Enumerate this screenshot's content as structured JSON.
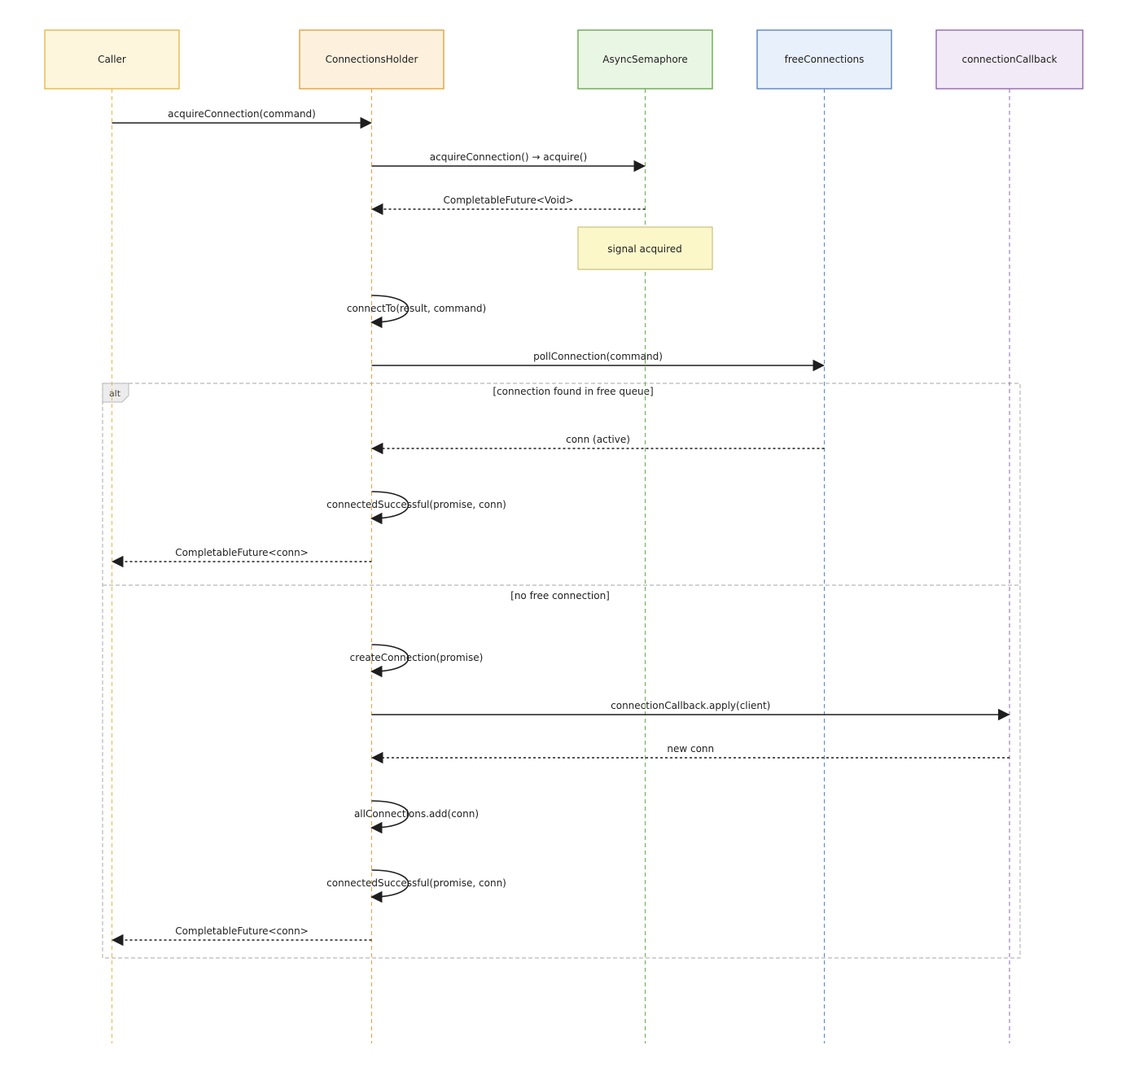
{
  "participants": [
    {
      "name": "Caller",
      "stroke": "#e6b84a",
      "fill": "#fdf6dc"
    },
    {
      "name": "ConnectionsHolder",
      "stroke": "#e0a23c",
      "fill": "#fdf1de"
    },
    {
      "name": "AsyncSemaphore",
      "stroke": "#6aa84f",
      "fill": "#eaf6e4"
    },
    {
      "name": "freeConnections",
      "stroke": "#5b84c4",
      "fill": "#e8f0fb"
    },
    {
      "name": "connectionCallback",
      "stroke": "#8e6aab",
      "fill": "#f2eaf7"
    }
  ],
  "messages": [
    {
      "from": 0,
      "to": 1,
      "label": "acquireConnection(command)",
      "dashed": false
    },
    {
      "from": 1,
      "to": 2,
      "label": "acquireConnection() → acquire()",
      "dashed": false
    },
    {
      "from": 2,
      "to": 1,
      "label": "CompletableFuture<Void>",
      "dashed": true
    },
    {
      "from": 1,
      "to": 1,
      "label": "connectTo(result, command)",
      "self": true
    },
    {
      "from": 1,
      "to": 3,
      "label": "pollConnection(command)",
      "dashed": false
    },
    {
      "from": 3,
      "to": 1,
      "label": "conn (active)",
      "dashed": true
    },
    {
      "from": 1,
      "to": 1,
      "label": "connectedSuccessful(promise, conn)",
      "self": true
    },
    {
      "from": 1,
      "to": 0,
      "label": "CompletableFuture<conn>",
      "dashed": true
    },
    {
      "from": 1,
      "to": 1,
      "label": "createConnection(promise)",
      "self": true
    },
    {
      "from": 1,
      "to": 4,
      "label": "connectionCallback.apply(client)",
      "dashed": false
    },
    {
      "from": 4,
      "to": 1,
      "label": "new conn",
      "dashed": true
    },
    {
      "from": 1,
      "to": 1,
      "label": "allConnections.add(conn)",
      "self": true
    },
    {
      "from": 1,
      "to": 1,
      "label": "connectedSuccessful(promise, conn)",
      "self": true
    },
    {
      "from": 1,
      "to": 0,
      "label": "CompletableFuture<conn>",
      "dashed": true
    }
  ],
  "note": {
    "text": "signal acquired",
    "over": 2
  },
  "alt_frame": {
    "tag": "alt",
    "guard1": "[connection found in free queue]",
    "guard2": "[no free connection]"
  }
}
